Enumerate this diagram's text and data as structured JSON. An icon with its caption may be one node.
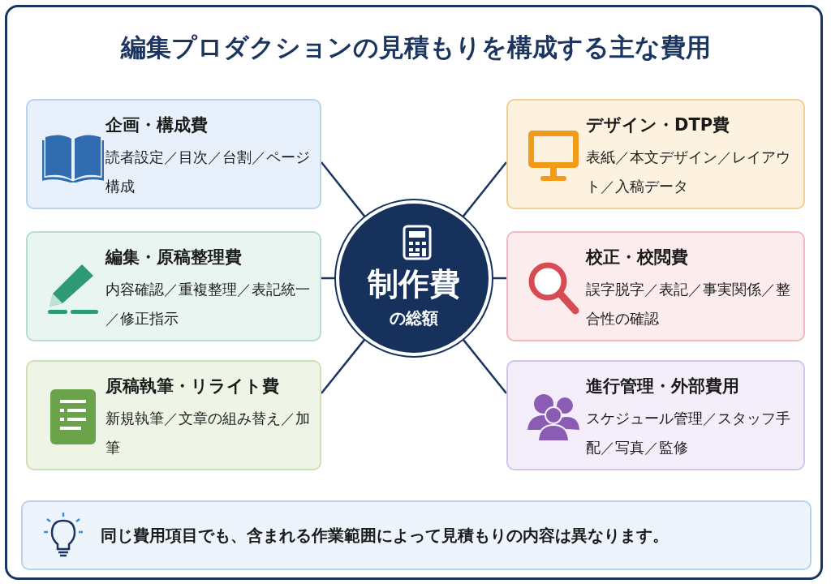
{
  "diagram": {
    "title": "編集プロダクションの見積もりを構成する主な費用",
    "nodes": [
      {
        "text": [
          "企画・構成費",
          "読者設定／目次／台割／ページ構成"
        ]
      },
      {
        "text": [
          "デザイン・DTP費",
          "表紙／本文デザイン／レイアウト／入稿データ"
        ]
      },
      {
        "text": [
          "編集・原稿整理費",
          "内容確認／重複整理／表記統一／修正指示"
        ]
      },
      {
        "text": [
          "制作費",
          "の総額"
        ]
      },
      {
        "text": [
          "校正・校閲費",
          "誤字脱字／表記／事実関係／整合性の確認"
        ]
      },
      {
        "text": [
          "原稿執筆・リライト費",
          "新規執筆／文章の組み替え／加筆"
        ]
      },
      {
        "text": [
          "進行管理・外部費用",
          "スケジュール管理／スタッフ手配／写真／監修"
        ]
      },
      {
        "text": [
          "同じ費用項目でも、含まれる作業範囲によって見積もりの内容は異なります。"
        ]
      }
    ],
    "edges": [
      {
        "from": 3,
        "to": 0,
        "arrow": "none"
      },
      {
        "from": 3,
        "to": 1,
        "arrow": "none"
      },
      {
        "from": 3,
        "to": 2,
        "arrow": "none"
      },
      {
        "from": 3,
        "to": 4,
        "arrow": "none"
      },
      {
        "from": 3,
        "to": 5,
        "arrow": "none"
      },
      {
        "from": 3,
        "to": 6,
        "arrow": "none"
      }
    ]
  }
}
